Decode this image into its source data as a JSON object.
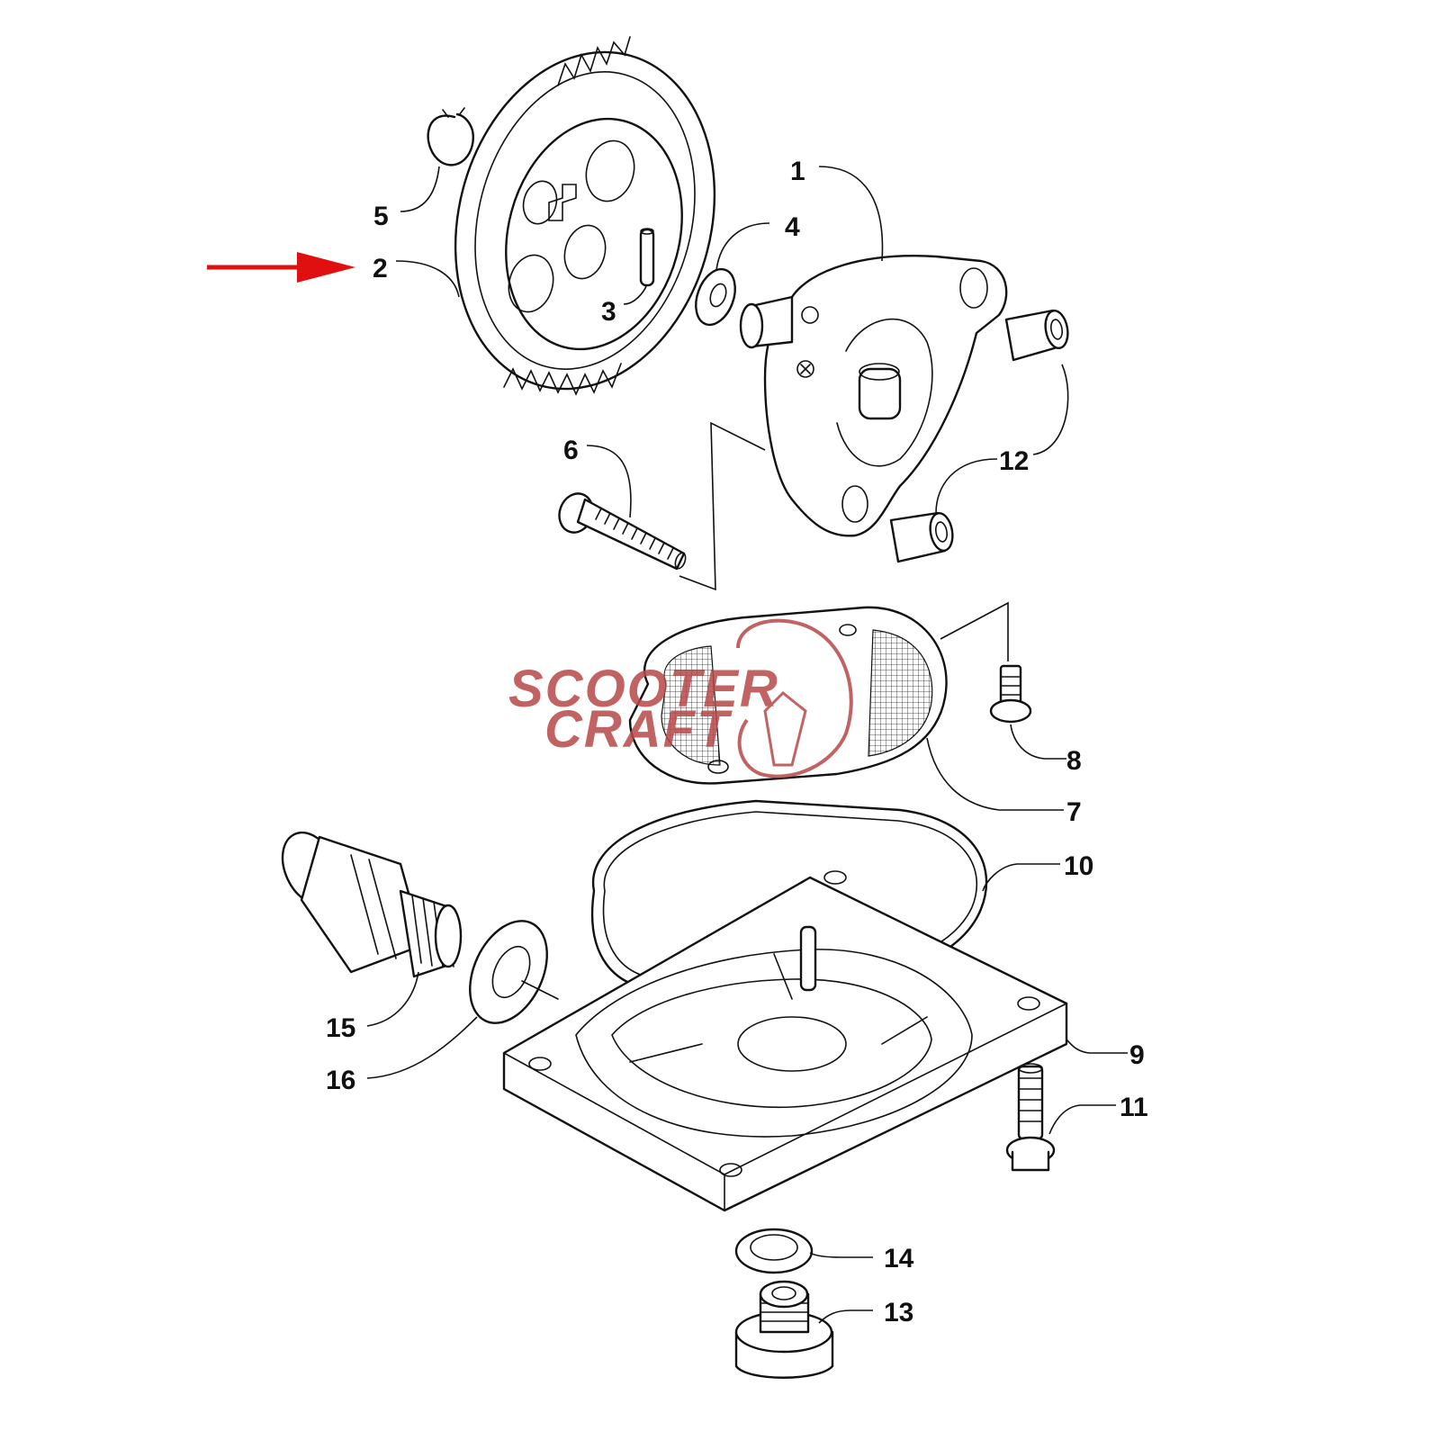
{
  "callouts": {
    "p1": "1",
    "p2": "2",
    "p3": "3",
    "p4": "4",
    "p5": "5",
    "p6": "6",
    "p7": "7",
    "p8": "8",
    "p9": "9",
    "p10": "10",
    "p11": "11",
    "p12": "12",
    "p13": "13",
    "p14": "14",
    "p15": "15",
    "p16": "16"
  },
  "watermark": {
    "line1": "SCOOTER",
    "line2": "CRAFT"
  },
  "colors": {
    "arrow": "#e01010",
    "watermark": "#b84848",
    "line": "#111111"
  },
  "icons": {
    "arrow": "red-arrow-indicator-icon"
  }
}
